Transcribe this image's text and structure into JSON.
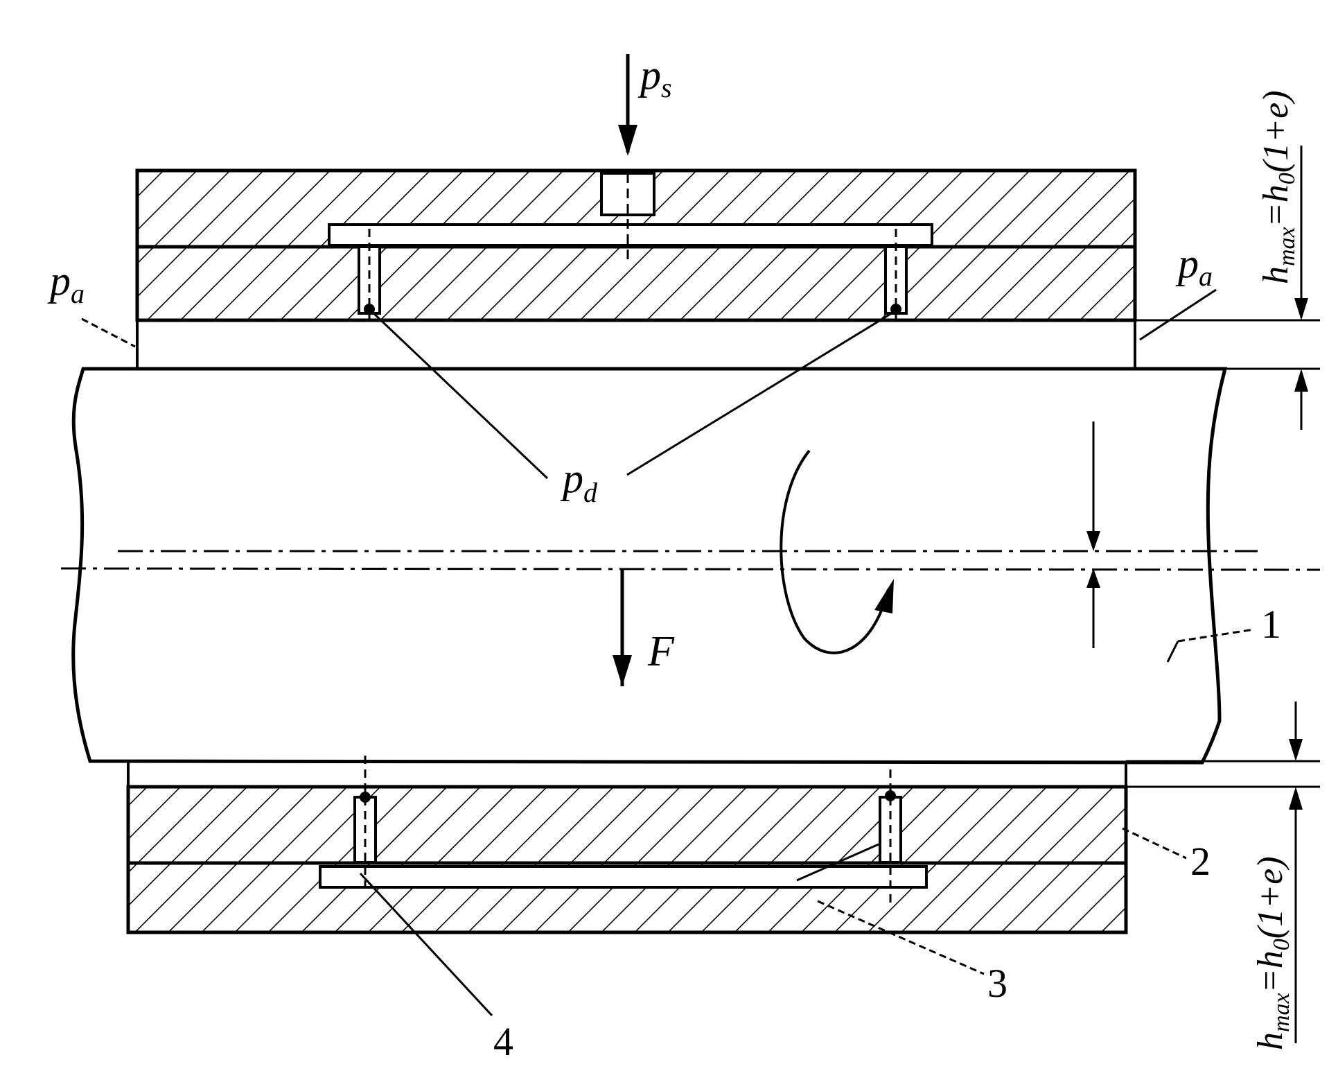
{
  "labels": {
    "ps_main": "p",
    "ps_sub": "s",
    "pa_left_main": "p",
    "pa_left_sub": "a",
    "pa_right_main": "p",
    "pa_right_sub": "a",
    "pd_main": "p",
    "pd_sub": "d",
    "force": "F",
    "part1": "1",
    "part2": "2",
    "part3": "3",
    "part4": "4",
    "hmax_top": "h",
    "hmax_top_sub": "max",
    "hmax_top_rest": "=h",
    "hmax_top_sub0": "0",
    "hmax_top_tail": "(1+e)",
    "hmax_bottom": "h",
    "hmax_bottom_sub": "max",
    "hmax_bottom_rest": "=h",
    "hmax_bottom_sub0": "0",
    "hmax_bottom_tail": "(1+e)"
  },
  "colors": {
    "ink": "#000000",
    "paper": "#ffffff"
  }
}
